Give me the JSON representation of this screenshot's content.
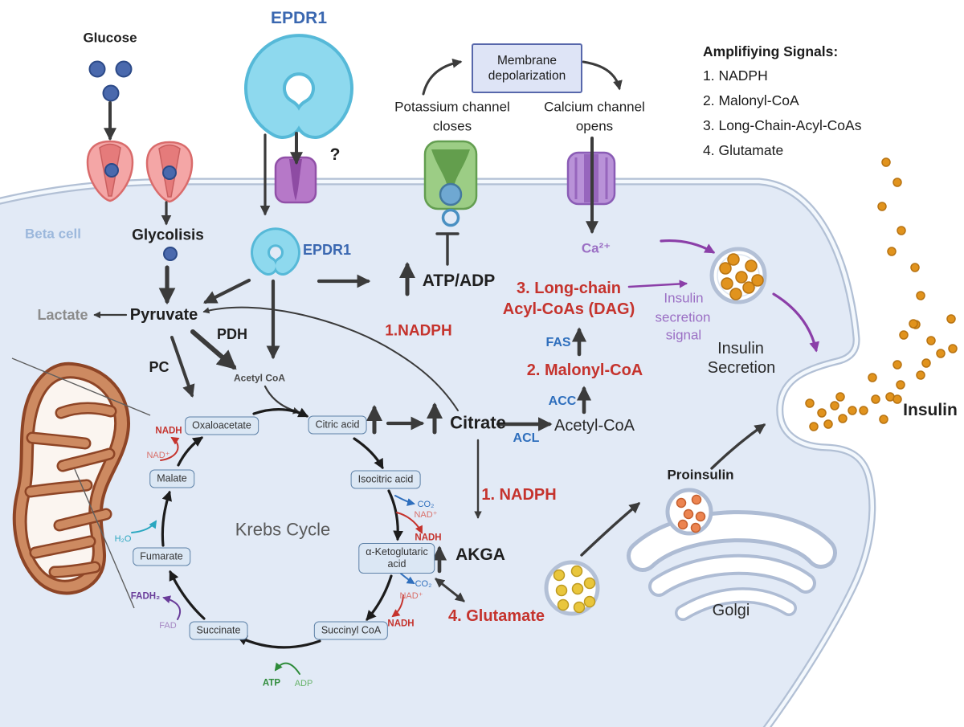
{
  "extracellular": {
    "glucose": "Glucose",
    "epdr1": "EPDR1",
    "question_mark": "?",
    "membrane_depolarization_line1": "Membrane",
    "membrane_depolarization_line2": "depolarization",
    "potassium_line1": "Potassium channel",
    "potassium_line2": "closes",
    "calcium_line1": "Calcium channel",
    "calcium_line2": "opens"
  },
  "legend": {
    "title": "Amplifiying Signals:",
    "items": [
      "1. NADPH",
      "2. Malonyl-CoA",
      "3. Long-Chain-Acyl-CoAs",
      "4. Glutamate"
    ]
  },
  "cell": {
    "beta_cell": "Beta cell",
    "glycolysis": "Glycolisis",
    "lactate": "Lactate",
    "pyruvate": "Pyruvate",
    "pdh": "PDH",
    "pc": "PC",
    "acetyl_coa_mito": "Acetyl CoA",
    "epdr1_inner": "EPDR1",
    "atp_adp": "ATP/ADP",
    "ca2": "Ca²⁺",
    "nadph_cycle": "1.NADPH",
    "citrate": "Citrate",
    "acl": "ACL",
    "acetyl_coa_cyto": "Acetyl-CoA",
    "acc": "ACC",
    "malonyl_coa": "2. Malonyl-CoA",
    "fas": "FAS",
    "long_chain_line1": "3. Long-chain",
    "long_chain_line2": "Acyl-CoAs (DAG)",
    "nadph_citrate": "1. NADPH",
    "akga": "AKGA",
    "glutamate": "4. Glutamate"
  },
  "krebs": {
    "title": "Krebs Cycle",
    "nodes": {
      "oxaloacetate": "Oxaloacetate",
      "citric": "Citric acid",
      "isocitric": "Isocitric acid",
      "akg_line1": "α-Ketoglutaric",
      "akg_line2": "acid",
      "succinyl": "Succinyl CoA",
      "succinate": "Succinate",
      "fumarate": "Fumarate",
      "malate": "Malate"
    },
    "cofactors": {
      "nadh_mal": "NADH",
      "nad_mal": "NAD⁺",
      "h2o": "H₂O",
      "fadh2": "FADH₂",
      "fad": "FAD",
      "atp": "ATP",
      "adp": "ADP",
      "co2_iso": "CO₂",
      "nad_iso": "NAD⁺",
      "nadh_iso": "NADH",
      "co2_akg": "CO₂",
      "nad_akg": "NAD⁺",
      "nadh_akg": "NADH"
    }
  },
  "secretion": {
    "insulin_signal_line1": "Insulin",
    "insulin_signal_line2": "secretion",
    "insulin_signal_line3": "signal",
    "insulin_secretion_line1": "Insulin",
    "insulin_secretion_line2": "Secretion",
    "proinsulin": "Proinsulin",
    "golgi": "Golgi",
    "insulin": "Insulin"
  },
  "colors": {
    "signal_red": "#c5332d",
    "enzyme_blue": "#2f6fbd",
    "epdr1_blue": "#3a67b0",
    "signal_purple": "#9b6fc4",
    "cell_fill": "#e2eaf6",
    "membrane": "#b2c0d5",
    "insulin_orange": "#e1931d",
    "mitochondria_brown": "#cd8a61"
  }
}
